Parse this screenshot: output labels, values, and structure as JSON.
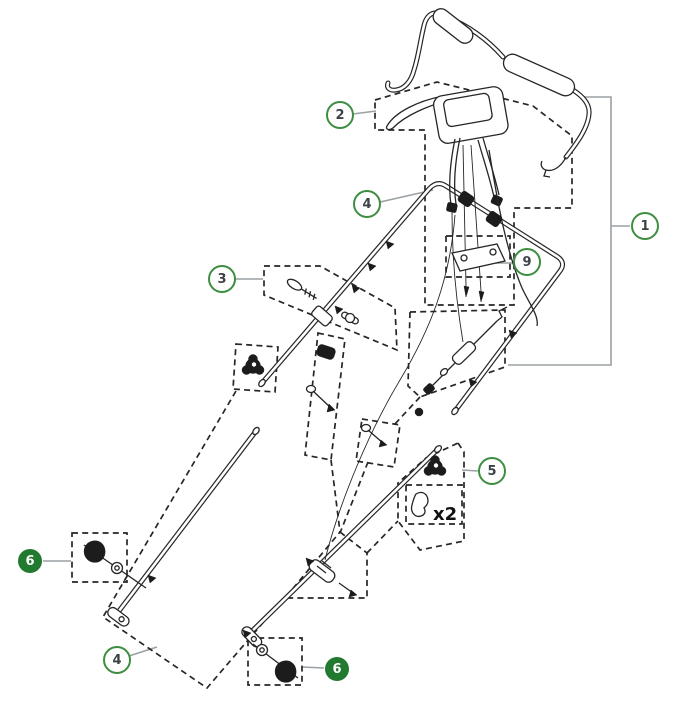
{
  "diagram": {
    "callouts": {
      "ref1": {
        "label": "1",
        "style": "outline"
      },
      "ref2": {
        "label": "2",
        "style": "outline"
      },
      "ref3": {
        "label": "3",
        "style": "outline"
      },
      "ref4_upper": {
        "label": "4",
        "style": "outline"
      },
      "ref4_lower": {
        "label": "4",
        "style": "outline"
      },
      "ref5": {
        "label": "5",
        "style": "outline"
      },
      "ref6_left": {
        "label": "6",
        "style": "filled"
      },
      "ref6_bottom": {
        "label": "6",
        "style": "filled"
      },
      "ref9": {
        "label": "9",
        "style": "outline"
      }
    },
    "annotations": {
      "quantity_label": "x2"
    },
    "colors": {
      "callout_ring_green": "#3e8e41",
      "callout_filled_green": "#217a2f",
      "callout_number_gray": "#3d4246",
      "line_art_black": "#262626",
      "leader_gray": "#9aa0a4",
      "background_white": "#ffffff"
    }
  }
}
